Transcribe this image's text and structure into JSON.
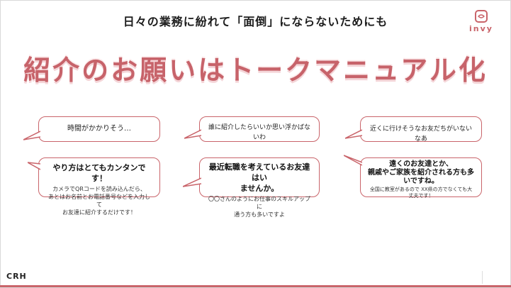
{
  "subtitle": "日々の業務に紛れて「面倒」にならないためにも",
  "logo": {
    "text": "invy"
  },
  "headline": "紹介のお願いはトークマニュアル化",
  "bubbles": [
    {
      "text": "時間がかかりそう…"
    },
    {
      "text": "誰に紹介したらいいか思い浮かばないわ"
    },
    {
      "text": "近くに行けそうなお友だちがいないなあ"
    },
    {
      "title": "やり方はとてもカンタンです！",
      "lines": [
        "カメラでQRコードを読み込んだら、",
        "あとはお名前とお電話番号などを入力して",
        "お友達に紹介するだけです！"
      ]
    },
    {
      "title_lines": [
        "最近転職を考えているお友達はい",
        "ませんか。"
      ],
      "lines": [
        "〇〇さんのようにお仕事のスキルアップに",
        "通う方も多いですよ"
      ]
    },
    {
      "title_lines": [
        "遠くのお友達とか、",
        "親戚やご家族を紹介される方も多",
        "いですね。"
      ],
      "lines": [
        "全国に教室があるので XX県の方でなくても大",
        "丈夫です！"
      ]
    }
  ],
  "footer": {
    "brand": "CRH"
  },
  "colors": {
    "accent": "#c9646a",
    "headline": "#c7636a"
  }
}
